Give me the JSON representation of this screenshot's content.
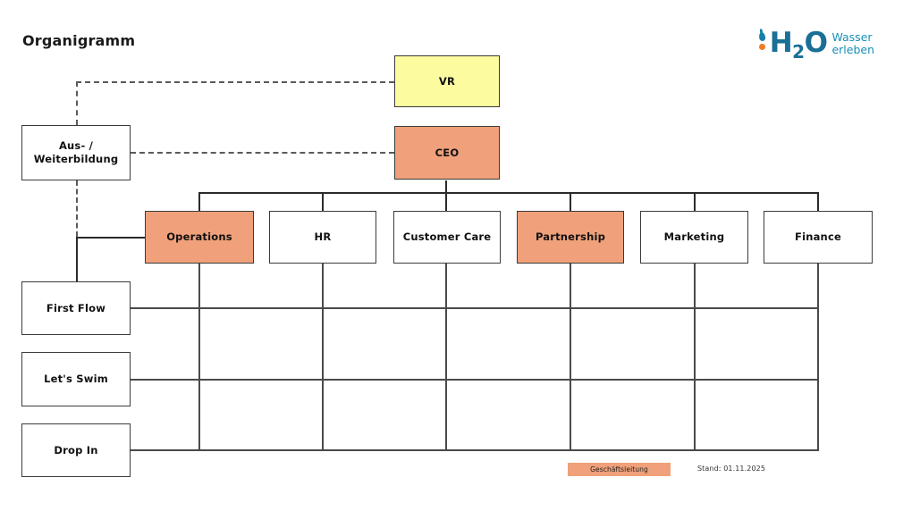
{
  "page": {
    "title": "Organigramm",
    "background": "#ffffff"
  },
  "logo": {
    "wordmark": "H",
    "subscript": "2",
    "wordmark_tail": "O",
    "claim_line1": "Wasser",
    "claim_line2": "erleben",
    "drop_top_color": "#1880a8",
    "drop_bottom_color": "#ef7d22",
    "text_color": "#1a6f96",
    "claim_color": "#1a8fb5"
  },
  "colors": {
    "board": "#fdfba0",
    "management": "#f0a07a",
    "default": "#ffffff",
    "border": "#3c3c3c",
    "line": "#2b2b2b"
  },
  "nodes": {
    "vr": {
      "label": "VR",
      "fill": "#fdfba0"
    },
    "ceo": {
      "label": "CEO",
      "fill": "#f0a07a"
    },
    "training_line1": "Aus- /",
    "training_line2": "Weiterbildung",
    "departments": [
      {
        "label": "Operations",
        "fill": "#f0a07a"
      },
      {
        "label": "HR",
        "fill": "#ffffff"
      },
      {
        "label": "Customer Care",
        "fill": "#ffffff"
      },
      {
        "label": "Partnership",
        "fill": "#f0a07a"
      },
      {
        "label": "Marketing",
        "fill": "#ffffff"
      },
      {
        "label": "Finance",
        "fill": "#ffffff"
      }
    ],
    "units": [
      {
        "label": "First Flow",
        "fill": "#ffffff"
      },
      {
        "label": "Let's Swim",
        "fill": "#ffffff"
      },
      {
        "label": "Drop In",
        "fill": "#ffffff"
      }
    ]
  },
  "legend": {
    "swatch_label": "Geschäftsleitung",
    "swatch_color": "#f0a07a",
    "date_label": "Stand: 01.11.2025"
  }
}
